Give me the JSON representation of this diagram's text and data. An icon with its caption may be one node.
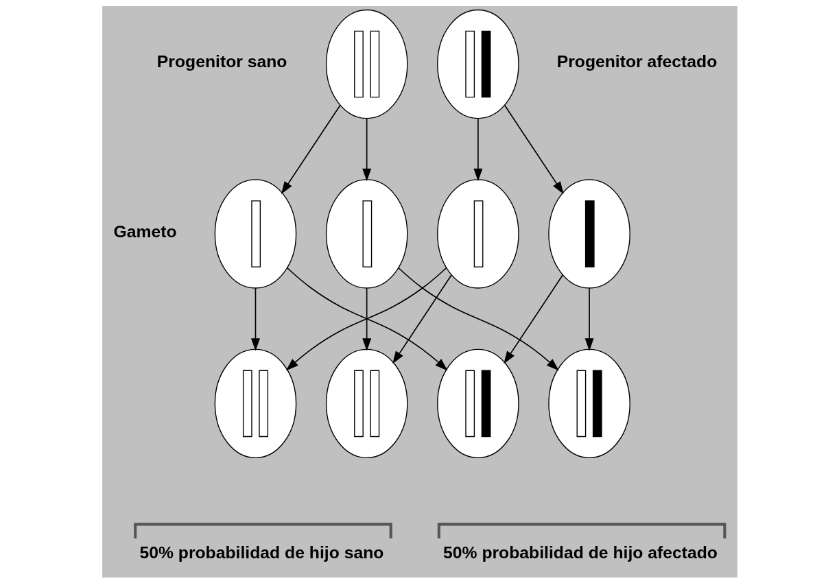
{
  "diagram": {
    "nodes": [
      {
        "text": [],
        "shape": "ellipse",
        "beside": [
          "Progenitor sano"
        ]
      },
      {
        "text": [],
        "shape": "ellipse",
        "beside": [
          "Progenitor afectado"
        ]
      },
      {
        "text": [],
        "shape": "ellipse"
      },
      {
        "text": [],
        "shape": "ellipse"
      },
      {
        "text": [],
        "shape": "ellipse"
      },
      {
        "text": [],
        "shape": "ellipse"
      },
      {
        "text": [],
        "shape": "ellipse"
      },
      {
        "text": [],
        "shape": "ellipse"
      },
      {
        "text": [],
        "shape": "ellipse"
      },
      {
        "text": [],
        "shape": "ellipse"
      }
    ],
    "edges": [
      {
        "from": 0,
        "to": 2,
        "arrow": "to"
      },
      {
        "from": 0,
        "to": 3,
        "arrow": "to"
      },
      {
        "from": 1,
        "to": 4,
        "arrow": "to"
      },
      {
        "from": 1,
        "to": 5,
        "arrow": "to"
      },
      {
        "from": 2,
        "to": 6,
        "arrow": "to"
      },
      {
        "from": 2,
        "to": 8,
        "arrow": "to"
      },
      {
        "from": 3,
        "to": 7,
        "arrow": "to"
      },
      {
        "from": 3,
        "to": 9,
        "arrow": "to"
      },
      {
        "from": 4,
        "to": 6,
        "arrow": "to"
      },
      {
        "from": 4,
        "to": 7,
        "arrow": "to"
      },
      {
        "from": 5,
        "to": 8,
        "arrow": "to"
      },
      {
        "from": 5,
        "to": 9,
        "arrow": "to"
      }
    ],
    "labels": [
      "Gameto",
      "50% probabilidad de hijo sano",
      "50% probabilidad de hijo afectado"
    ]
  }
}
